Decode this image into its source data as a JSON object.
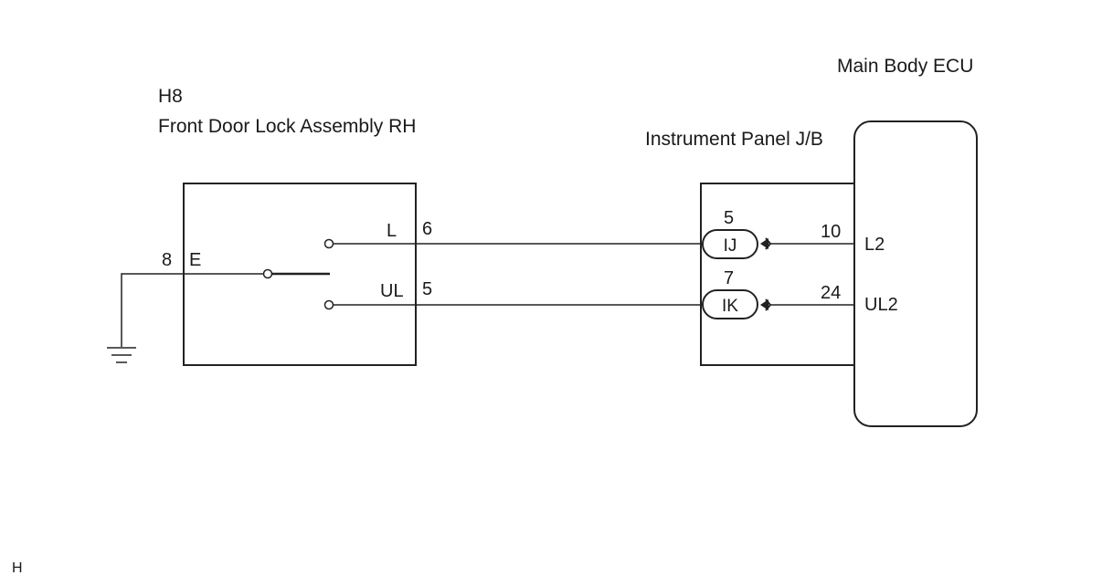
{
  "lock_assembly": {
    "connector": "H8",
    "name": "Front Door Lock Assembly RH",
    "pin_e_number": "8",
    "pin_e_label": "E",
    "pin_l_label": "L",
    "pin_l_number": "6",
    "pin_ul_label": "UL",
    "pin_ul_number": "5"
  },
  "junction_block": {
    "name": "Instrument Panel J/B",
    "conn1_pin": "5",
    "conn1_name": "IJ",
    "conn2_pin": "7",
    "conn2_name": "IK"
  },
  "ecu": {
    "name": "Main Body ECU",
    "pin1_number": "10",
    "pin1_label": "L2",
    "pin2_number": "24",
    "pin2_label": "UL2"
  },
  "corner_mark": "H"
}
